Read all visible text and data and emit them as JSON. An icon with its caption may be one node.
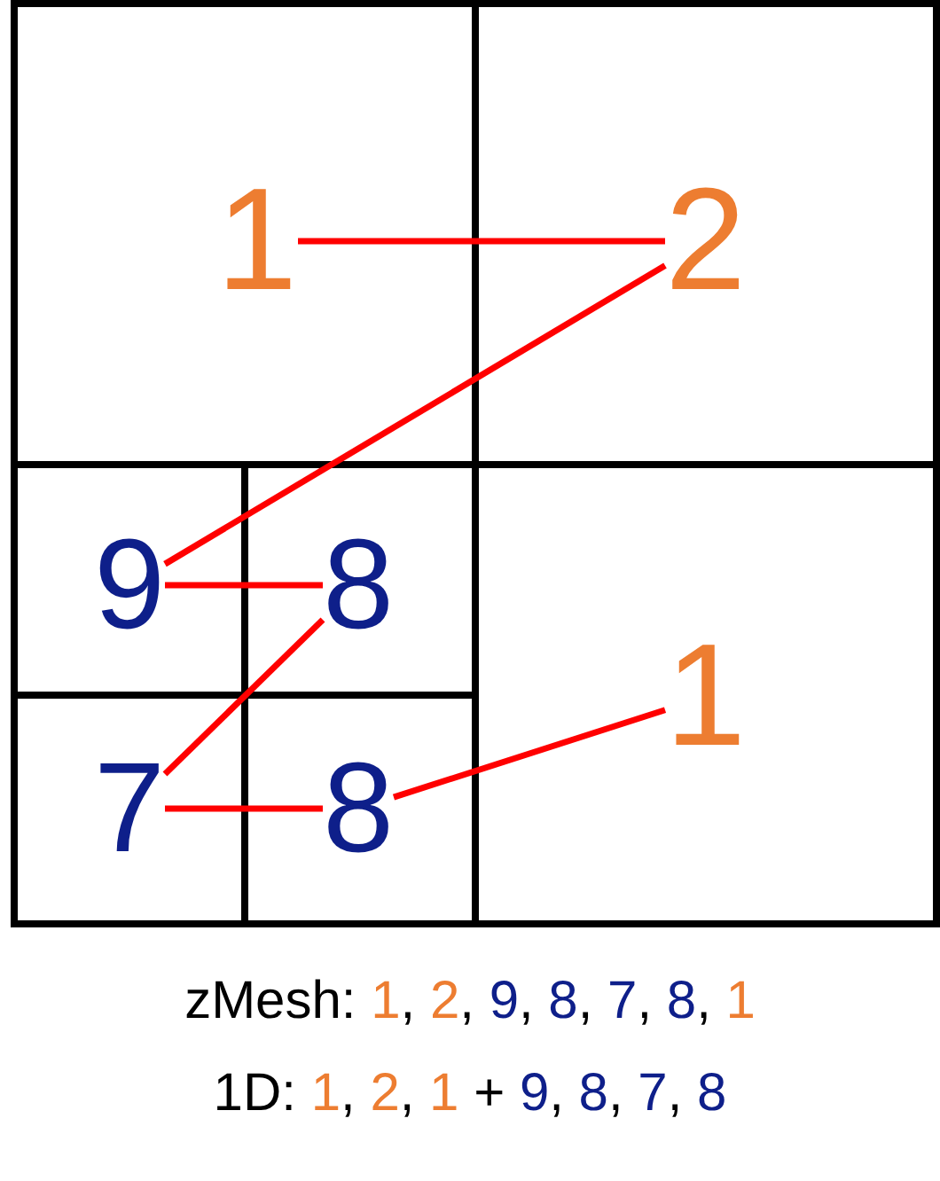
{
  "diagram": {
    "nodes": [
      {
        "text": [
          "1"
        ]
      },
      {
        "text": [
          "2"
        ]
      },
      {
        "text": [
          "9"
        ]
      },
      {
        "text": [
          "8"
        ]
      },
      {
        "text": [
          "7"
        ]
      },
      {
        "text": [
          "8"
        ]
      },
      {
        "text": [
          "1"
        ]
      }
    ],
    "edges": [
      {
        "from": 0,
        "to": 1,
        "arrow": "none"
      },
      {
        "from": 1,
        "to": 2,
        "arrow": "none"
      },
      {
        "from": 2,
        "to": 3,
        "arrow": "none"
      },
      {
        "from": 3,
        "to": 4,
        "arrow": "none"
      },
      {
        "from": 4,
        "to": 5,
        "arrow": "none"
      },
      {
        "from": 5,
        "to": 6,
        "arrow": "none"
      }
    ],
    "labels": [
      "zMesh: 1, 2, 9, 8, 7, 8, 1",
      "1D: 1, 2, 1 + 9, 8, 7, 8"
    ]
  }
}
